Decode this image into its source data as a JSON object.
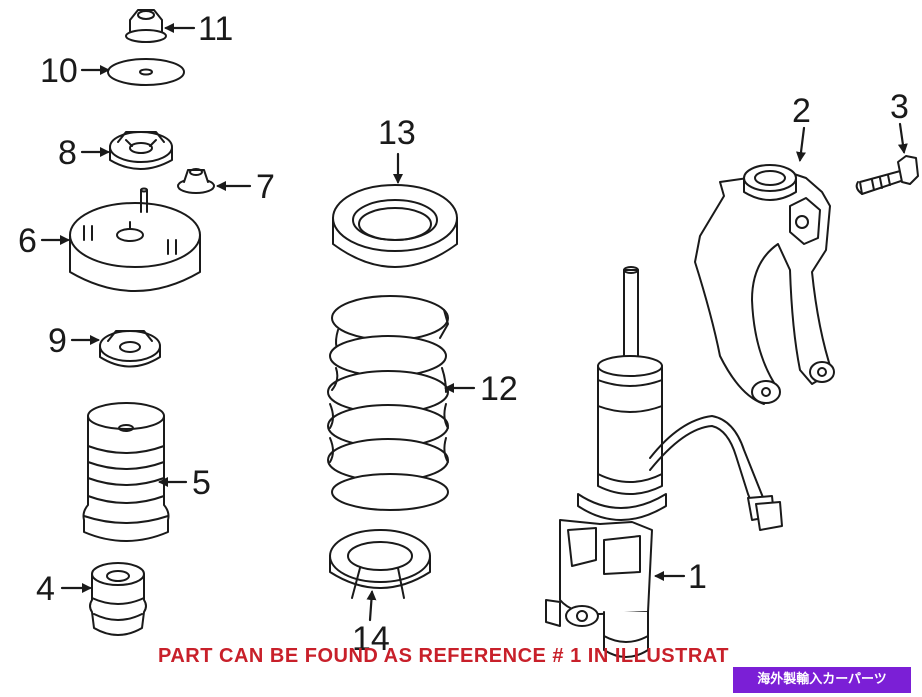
{
  "callouts": {
    "c1": "1",
    "c2": "2",
    "c3": "3",
    "c4": "4",
    "c5": "5",
    "c6": "6",
    "c7": "7",
    "c8": "8",
    "c9": "9",
    "c10": "10",
    "c11": "11",
    "c12": "12",
    "c13": "13",
    "c14": "14"
  },
  "reference_note": "PART CAN BE FOUND AS REFERENCE # 1 IN ILLUSTRAT",
  "badge_text": "海外製輸入カーパーツ",
  "colors": {
    "ink": "#1a1a1a",
    "note_red": "#c8202a",
    "badge_purple": "#7b1fd6"
  }
}
